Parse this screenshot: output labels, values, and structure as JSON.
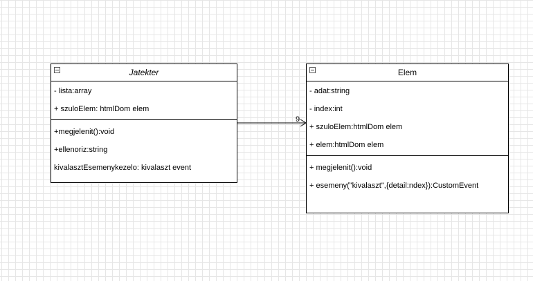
{
  "classes": {
    "jatekter": {
      "name": "Jatekter",
      "attributes": [
        "- lista:array",
        "+ szuloElem: htmlDom elem"
      ],
      "methods": [
        "+megjelenit():void",
        "+ellenoriz:string",
        "kivalasztEsemenykezelo: kivalaszt event"
      ]
    },
    "elem": {
      "name": "Elem",
      "attributes": [
        "- adat:string",
        "- index:int",
        "+ szuloElem:htmlDom elem",
        "+ elem:htmlDom elem"
      ],
      "methods": [
        "+ megjelenit():void",
        "+ esemeny(\"kivalaszt\",{detail:ndex}):CustomEvent"
      ]
    }
  },
  "association": {
    "multiplicity": "9"
  }
}
